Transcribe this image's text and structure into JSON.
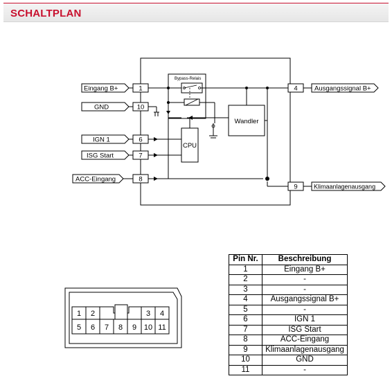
{
  "header": {
    "title": "SCHALTPLAN"
  },
  "diagram": {
    "left_labels": [
      {
        "id": "eingang",
        "text": "Eingang B+",
        "pin": "1"
      },
      {
        "id": "gnd",
        "text": "GND",
        "pin": "10"
      },
      {
        "id": "ign1",
        "text": "IGN 1",
        "pin": "6"
      },
      {
        "id": "isg",
        "text": "ISG Start",
        "pin": "7"
      },
      {
        "id": "acc",
        "text": "ACC-Eingang",
        "pin": "8"
      }
    ],
    "right_labels": [
      {
        "id": "ausgang",
        "text": "Ausgangssignal B+",
        "pin": "4"
      },
      {
        "id": "klima",
        "text": "Klimaanlagenausgang",
        "pin": "9"
      }
    ],
    "blocks": {
      "relay": "Bypass-Relais",
      "wandler": "Wandler",
      "cpu": "CPU"
    }
  },
  "connector": {
    "top_row": [
      "1",
      "2",
      "3",
      "4"
    ],
    "bottom_row": [
      "5",
      "6",
      "7",
      "8",
      "9",
      "10",
      "11"
    ]
  },
  "pin_table": {
    "headers": [
      "Pin Nr.",
      "Beschreibung"
    ],
    "rows": [
      [
        "1",
        "Eingang B+"
      ],
      [
        "2",
        "-"
      ],
      [
        "3",
        "-"
      ],
      [
        "4",
        "Ausgangssignal B+"
      ],
      [
        "5",
        "-"
      ],
      [
        "6",
        "IGN 1"
      ],
      [
        "7",
        "ISG Start"
      ],
      [
        "8",
        "ACC-Eingang"
      ],
      [
        "9",
        "Klimaanlagenausgang"
      ],
      [
        "10",
        "GND"
      ],
      [
        "11",
        "-"
      ]
    ]
  }
}
